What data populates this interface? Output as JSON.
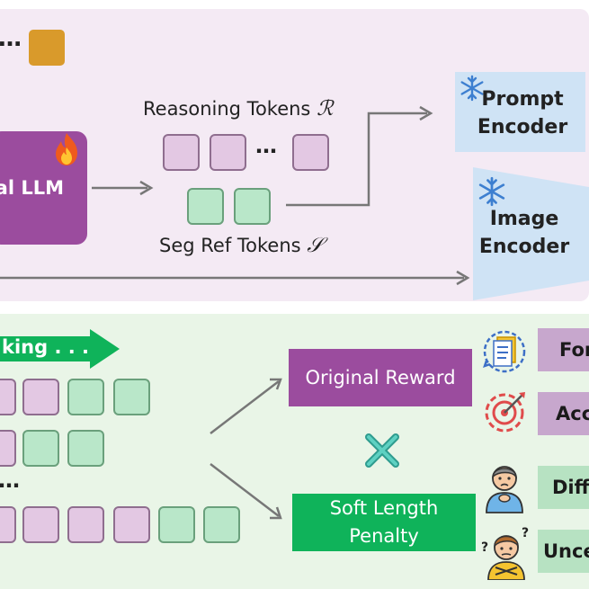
{
  "top": {
    "llm_label": "al LLM",
    "reasoning_label": "Reasoning Tokens",
    "reasoning_symbol": "ℛ",
    "segref_label": "Seg Ref  Tokens",
    "segref_symbol": "𝒮",
    "dots_top": "…",
    "dots_tokens": "…",
    "prompt_encoder": "Prompt\nEncoder",
    "image_encoder": "Image\nEncoder",
    "prompt_encoder_l1": "Prompt",
    "prompt_encoder_l2": "Encoder",
    "image_encoder_l1": "Image",
    "image_encoder_l2": "Encoder"
  },
  "bottom": {
    "thinking_label": "king . . .",
    "dots": "…",
    "original_reward": "Original Reward",
    "soft_length_l1": "Soft Length",
    "soft_length_l2": "Penalty",
    "right_labels": [
      "For",
      "Acc",
      "Diff",
      "Unce"
    ]
  },
  "colors": {
    "purple": "#9b4c9e",
    "green": "#0fb35a",
    "light_purple": "#c7a7cd",
    "light_green": "#b7e2c2",
    "orange": "#d99a2b"
  },
  "icons": [
    "fire-icon",
    "snowflake-icon",
    "document-cycle-icon",
    "target-icon",
    "person-hurry-icon",
    "person-confused-icon",
    "cross-icon"
  ]
}
